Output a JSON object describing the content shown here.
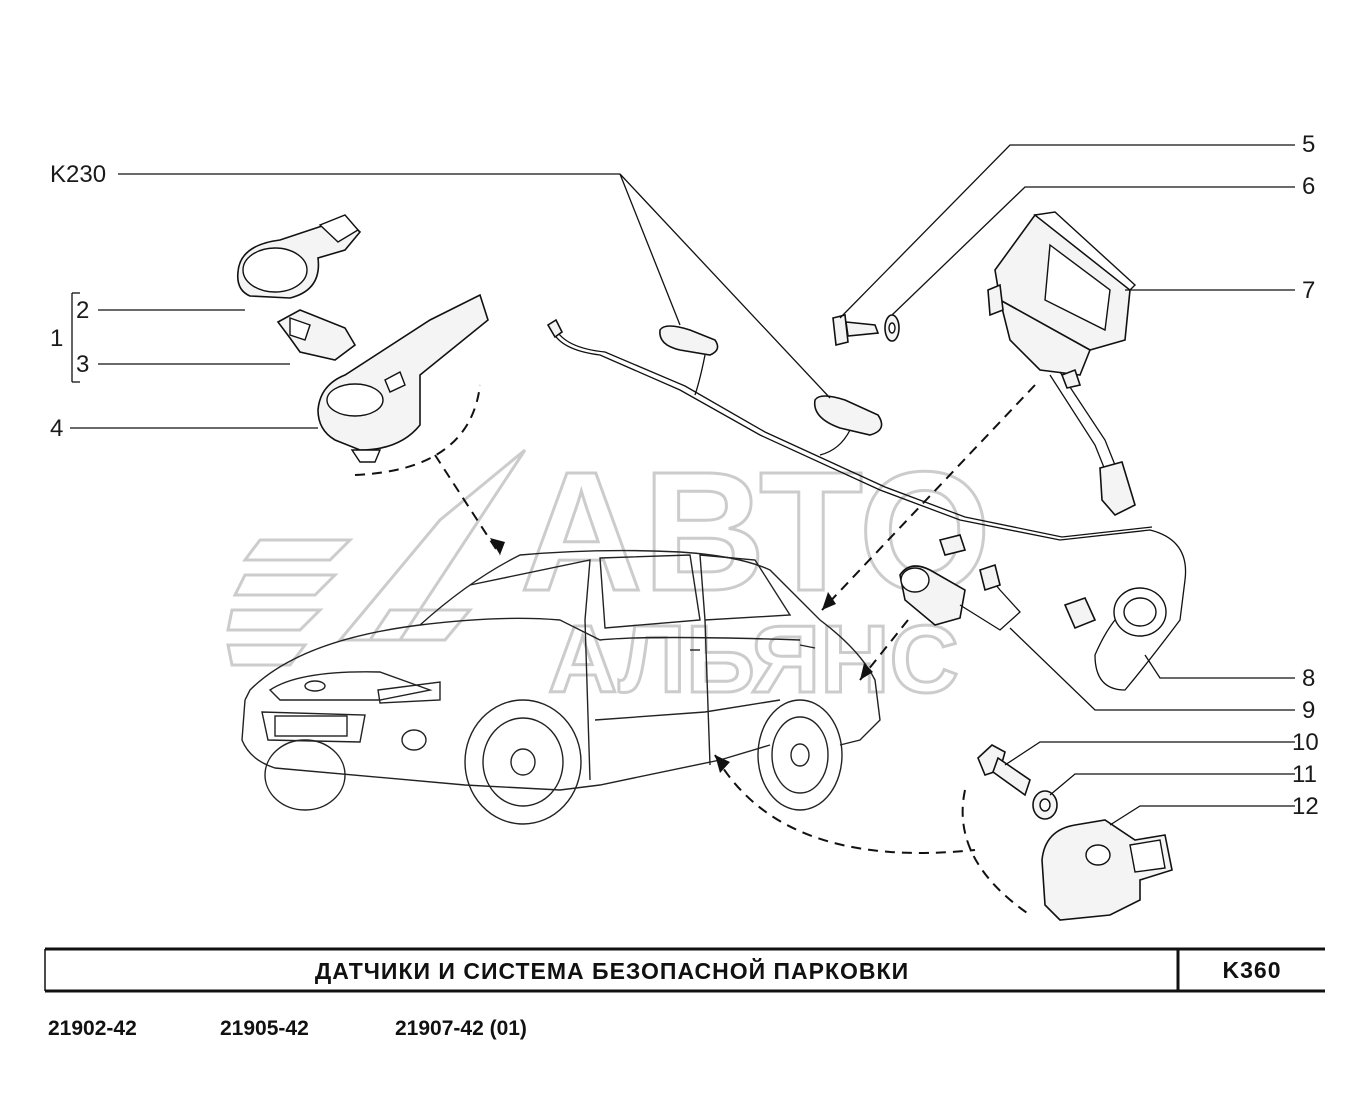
{
  "labels": {
    "k230": "K230",
    "n1": "1",
    "n2": "2",
    "n3": "3",
    "n4": "4",
    "n5": "5",
    "n6": "6",
    "n7": "7",
    "n8": "8",
    "n9": "9",
    "n10": "10",
    "n11": "11",
    "n12": "12"
  },
  "watermark": {
    "line1": "АВТО",
    "line2": "АЛЬЯНС"
  },
  "title_block": {
    "title": "ДАТЧИКИ И СИСТЕМА БЕЗОПАСНОЙ ПАРКОВКИ",
    "code": "K360"
  },
  "models": [
    "21902-42",
    "21905-42",
    "21907-42 (01)"
  ],
  "colors": {
    "line": "#111111",
    "watermark": "#cccccc",
    "background": "#ffffff"
  }
}
